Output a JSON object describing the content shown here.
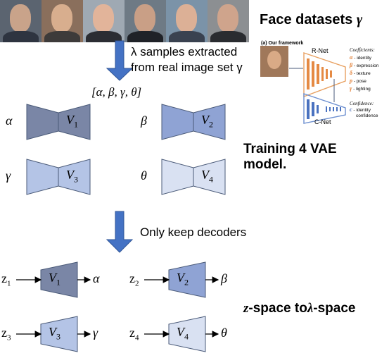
{
  "title": "Face datasets",
  "title_symbol": "γ",
  "arrow1_line1": "λ samples extracted",
  "arrow1_line2": "from real image set γ",
  "param_vector": "[α, β, γ, θ]",
  "vae_section": {
    "label_line1": "Training 4 VAE",
    "label_line2": "model.",
    "models": [
      {
        "input": "α",
        "name": "V",
        "sub": "1",
        "color": "#7a86a6"
      },
      {
        "input": "β",
        "name": "V",
        "sub": "2",
        "color": "#8fa3d4"
      },
      {
        "input": "γ",
        "name": "V",
        "sub": "3",
        "color": "#b4c4e6"
      },
      {
        "input": "θ",
        "name": "V",
        "sub": "4",
        "color": "#d9e1f2"
      }
    ]
  },
  "arrow2_text": "Only keep decoders",
  "decoder_section": {
    "label_z": "z",
    "label_mid": "-space to",
    "label_lambda": "λ",
    "label_end": "-space",
    "decoders": [
      {
        "z": "z",
        "zsub": "1",
        "name": "V",
        "sub": "1",
        "out": "α",
        "color": "#7a86a6"
      },
      {
        "z": "z",
        "zsub": "2",
        "name": "V",
        "sub": "2",
        "out": "β",
        "color": "#8fa3d4"
      },
      {
        "z": "z",
        "zsub": "3",
        "name": "V",
        "sub": "3",
        "out": "γ",
        "color": "#b4c4e6"
      },
      {
        "z": "z",
        "zsub": "4",
        "name": "V",
        "sub": "4",
        "out": "θ",
        "color": "#d9e1f2"
      }
    ]
  },
  "inset": {
    "caption": "(a) Our framework",
    "rnet": "R-Net",
    "cnet": "C-Net",
    "coeff_title": "Coefficients:",
    "coeffs": [
      {
        "sym": "α",
        "label": "- identity"
      },
      {
        "sym": "β",
        "label": "- expression"
      },
      {
        "sym": "δ",
        "label": "- texture"
      },
      {
        "sym": "p",
        "label": "- pose"
      },
      {
        "sym": "γ",
        "label": "- lighting"
      }
    ],
    "conf_title": "Confidence:",
    "conf_sym": "c",
    "conf_label_1": "- identity",
    "conf_label_2": "confidence",
    "coeff_color": "#e07a2e",
    "conf_color": "#3a5fb0"
  },
  "arrow_color": "#4472c4",
  "stroke_color": "#4a5a78"
}
